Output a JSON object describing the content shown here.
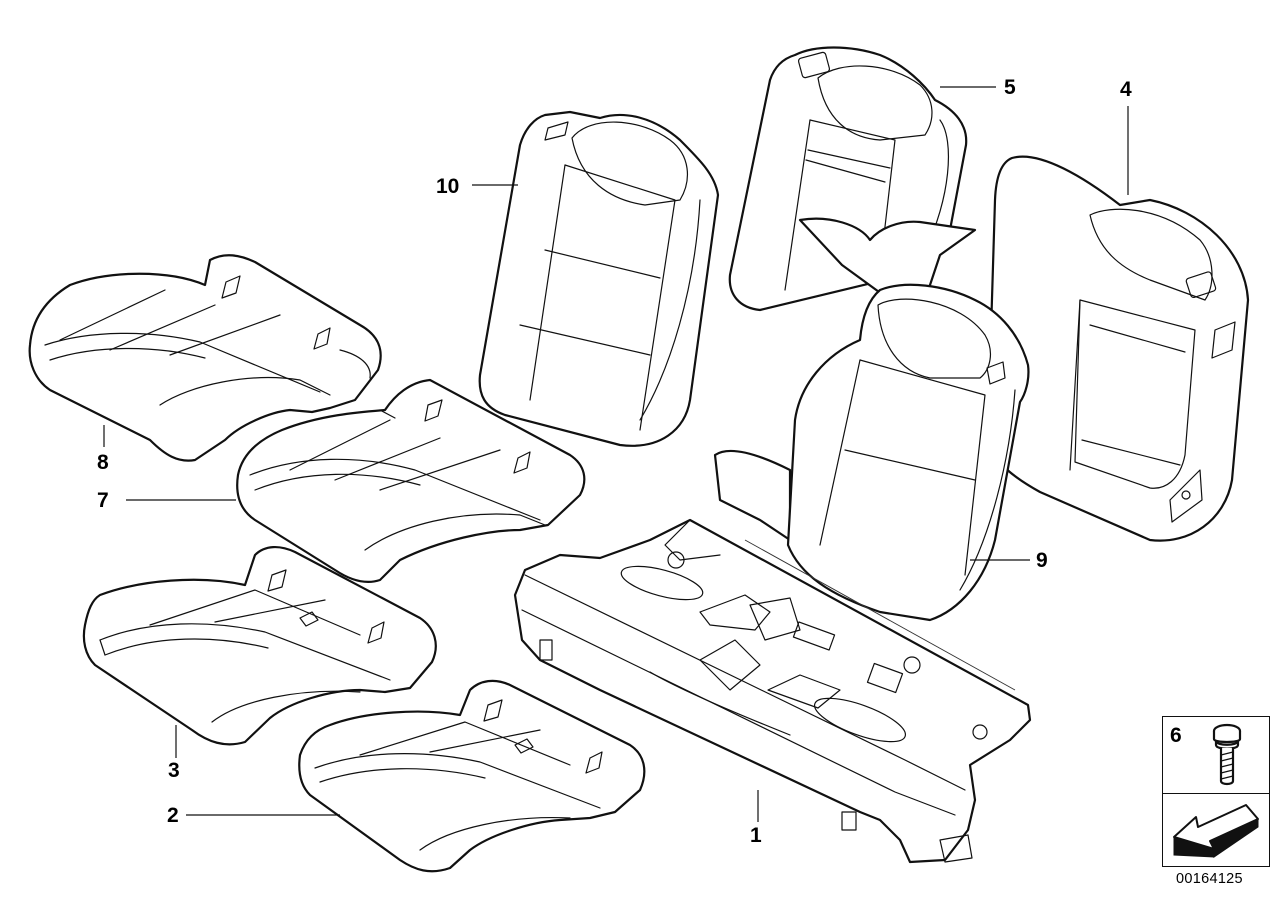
{
  "diagram": {
    "callouts": {
      "part_1": "1",
      "part_2": "2",
      "part_3": "3",
      "part_4": "4",
      "part_5": "5",
      "part_6": "6",
      "part_7": "7",
      "part_8": "8",
      "part_9": "9",
      "part_10": "10"
    },
    "diagram_number": "00164125",
    "icons": {
      "screw": "screw-icon",
      "direction_arrow": "arrow-down-left-icon"
    },
    "colors": {
      "line": "#111111",
      "background": "#ffffff"
    }
  }
}
